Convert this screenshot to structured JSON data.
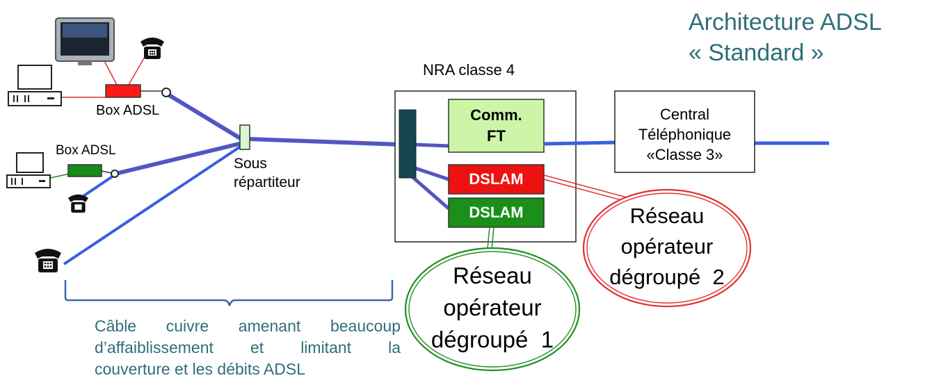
{
  "title": {
    "line1": "Architecture ADSL",
    "line2": "« Standard »"
  },
  "nra": {
    "label": "NRA classe 4"
  },
  "comm_ft": {
    "line1": "Comm.",
    "line2": "FT"
  },
  "dslam": {
    "red_label": "DSLAM",
    "green_label": "DSLAM"
  },
  "central": {
    "line1": "Central",
    "line2": "Téléphonique",
    "line3": "«Classe 3»"
  },
  "box_adsl_top": "Box ADSL",
  "box_adsl_bottom": "Box ADSL",
  "sous_repartiteur": {
    "line1": "Sous",
    "line2": "répartiteur"
  },
  "reseau1": {
    "line1": "Réseau",
    "line2": "opérateur",
    "line3": "dégroupé  1"
  },
  "reseau2": {
    "line1": "Réseau",
    "line2": "opérateur",
    "line3": "dégroupé  2"
  },
  "caption": {
    "line1": "Câble cuivre amenant beaucoup",
    "line2": "d’affaiblissement et limitant la",
    "line3": "couverture et les débits ADSL"
  },
  "colors": {
    "title": "#2e6e7a",
    "copper_blue": "#3a5fe0",
    "copper_red": "#c03040",
    "box_red": "#ff1a1a",
    "box_green": "#1a8a1a",
    "comm_ft_fill": "#ccf5a8",
    "dslam_red": "#ee1111",
    "dslam_green": "#1a8f1a",
    "splitter": "#17464f",
    "reseau1_ring": "#1f8f1f",
    "reseau2_ring": "#e03030"
  },
  "icons": [
    "monitor-icon",
    "computer-icon",
    "telephone-icon"
  ]
}
